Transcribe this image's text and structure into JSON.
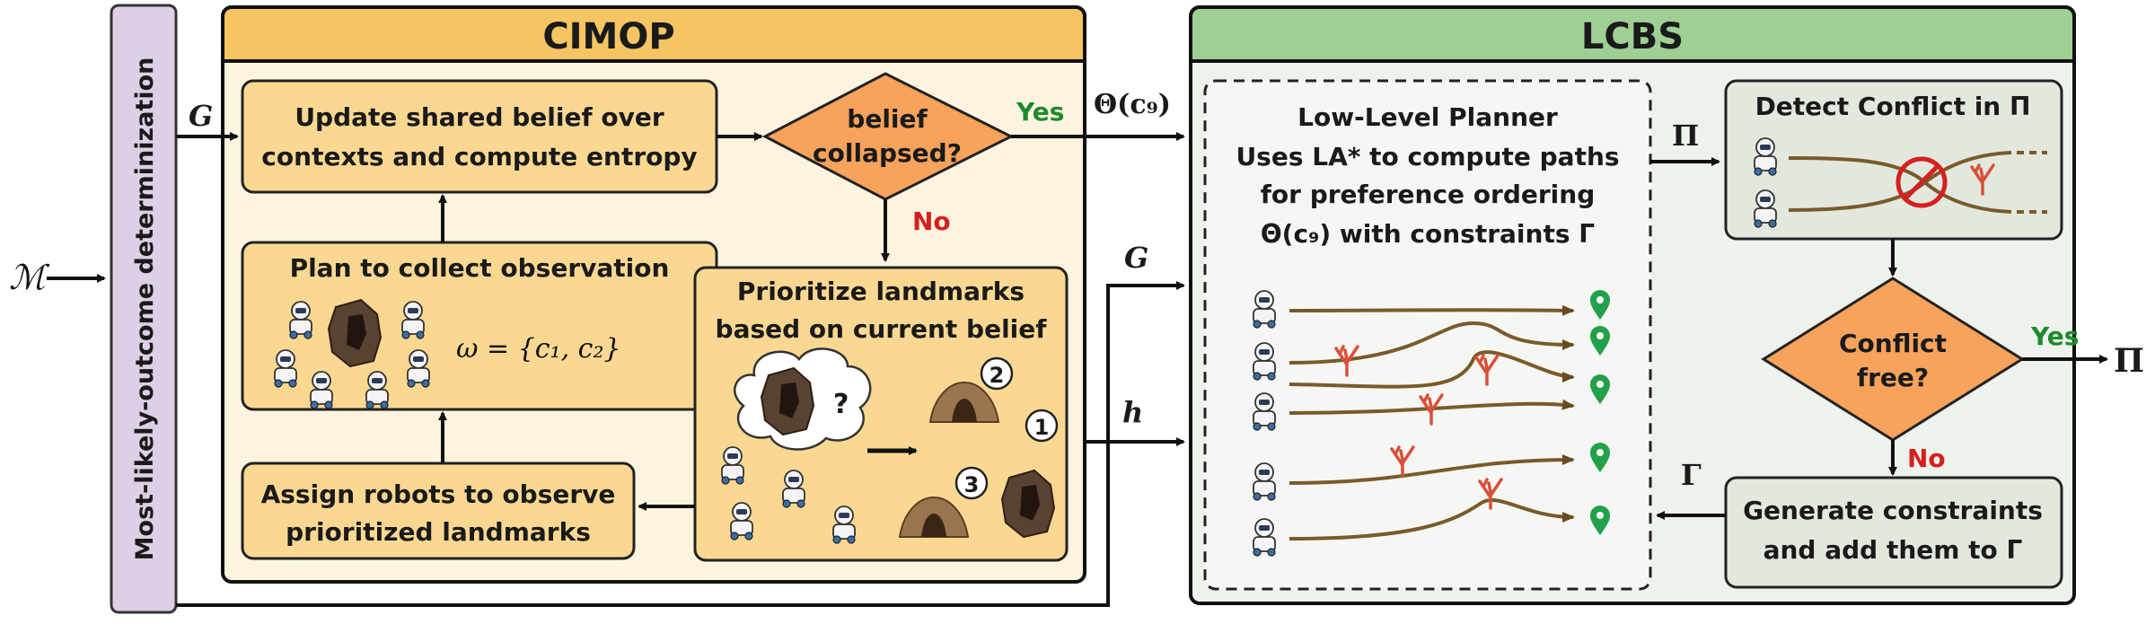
{
  "left_bar": {
    "label": "Most-likely-outcome determinization",
    "input": "ℳ"
  },
  "cimop": {
    "title": "CIMOP",
    "update": {
      "line1": "Update shared belief over",
      "line2": "contexts and compute entropy"
    },
    "decision": {
      "line1": "belief",
      "line2": "collapsed?",
      "yes": "Yes",
      "no": "No"
    },
    "plan": {
      "title": "Plan to collect observation",
      "omega": "ω = {c₁, c₂}"
    },
    "prioritize": {
      "line1": "Prioritize landmarks",
      "line2": "based on current belief",
      "thought": "?",
      "landmarks": [
        "1",
        "2",
        "3"
      ]
    },
    "assign": {
      "line1": "Assign robots to observe",
      "line2": "prioritized landmarks"
    }
  },
  "connectors": {
    "G_in": "G",
    "theta": "Θ(c₉)",
    "G_mid": "G",
    "h": "h"
  },
  "lcbs": {
    "title": "LCBS",
    "low_level": {
      "line1": "Low-Level Planner",
      "line2": "Uses LA* to compute paths",
      "line3": "for preference ordering",
      "line4": "Θ(c₉) with constraints Γ"
    },
    "pi_label": "Π",
    "detect": {
      "title": "Detect Conflict in Π"
    },
    "conflict": {
      "line1": "Conflict",
      "line2": "free?",
      "yes": "Yes",
      "no": "No"
    },
    "output": "Π",
    "gamma_label": "Γ",
    "generate": {
      "line1": "Generate constraints",
      "line2": "and add them to Γ"
    }
  },
  "colors": {
    "cimop_header": "#f6c563",
    "cimop_bg": "#fdf4e0",
    "box_fill": "#fbd892",
    "decision_fill": "#f7a35c",
    "lcbs_header": "#9fcf95",
    "lcbs_bg": "#eef2ec",
    "left_bar": "#ddd0e6",
    "path": "#7a5a2a",
    "yes": "#1e8a2e",
    "no": "#d42020"
  }
}
